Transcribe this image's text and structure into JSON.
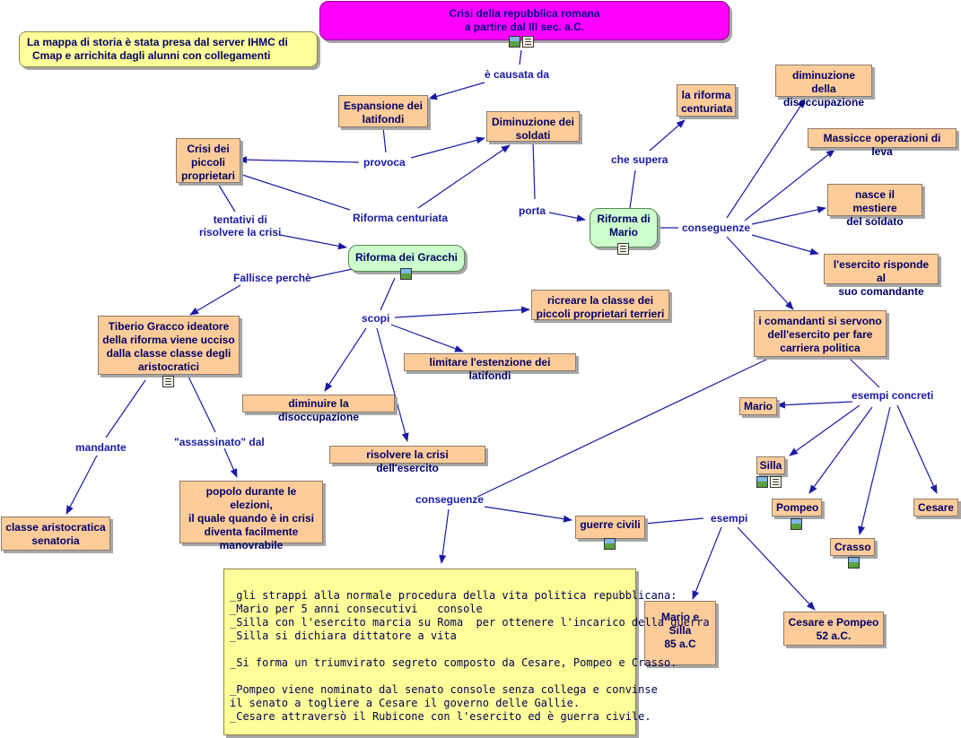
{
  "nodes": {
    "crisi_title": {
      "line1": "Crisi della repubblica romana",
      "line2": "a partire dal III sec. a.C."
    },
    "note_header": {
      "line1": "La mappa di storia è stata presa dal server IHMC di",
      "line2": "Cmap e arrichita dagli alunni con collegamenti"
    },
    "espansione": {
      "line1": "Espansione dei",
      "line2": "latifondi"
    },
    "diminuzione_soldati": {
      "line1": "Diminuzione dei",
      "line2": "soldati"
    },
    "crisi_piccoli": {
      "line1": "Crisi dei",
      "line2": "piccoli",
      "line3": "proprietari"
    },
    "riforma_centuriata_box": {
      "line1": "la riforma",
      "line2": "centuriata"
    },
    "diminuzione_disoccupazione": {
      "line1": "diminuzione della",
      "line2": "disoccupazione"
    },
    "massicce": {
      "line1": "Massicce operazioni di leva"
    },
    "mestiere": {
      "line1": "nasce il mestiere",
      "line2": "del soldato"
    },
    "esercito_risponde": {
      "line1": "l'esercito risponde al",
      "line2": "suo comandante"
    },
    "riforma_mario": {
      "line1": "Riforma di",
      "line2": "Mario"
    },
    "riforma_gracchi": {
      "line1": "Riforma dei Gracchi"
    },
    "ricreare": {
      "line1": "ricreare la classe dei",
      "line2": "piccoli proprietari terrieri"
    },
    "limitare": {
      "line1": "limitare l'estenzione dei latifondi"
    },
    "diminuire_disocc": {
      "line1": "diminuire la disoccupazione"
    },
    "risolvere": {
      "line1": "risolvere la crisi dell'esercito"
    },
    "tiberio": {
      "line1": "Tiberio Gracco ideatore",
      "line2": "della riforma viene ucciso",
      "line3": "dalla classe classe degli",
      "line4": "aristocratici"
    },
    "comandanti": {
      "line1": "i comandanti si servono",
      "line2": "dell'esercito per fare",
      "line3": "carriera politica"
    },
    "mario": {
      "line1": "Mario"
    },
    "silla": {
      "line1": "Silla"
    },
    "pompeo": {
      "line1": "Pompeo"
    },
    "crasso": {
      "line1": "Crasso"
    },
    "cesare": {
      "line1": "Cesare"
    },
    "guerre_civili": {
      "line1": "guerre civili"
    },
    "classe_aristo": {
      "line1": "classe aristocratica",
      "line2": "senatoria"
    },
    "popolo": {
      "line1": "popolo durante le elezioni,",
      "line2": "il quale quando è in crisi",
      "line3": "diventa facilmente",
      "line4": "manovrabile"
    },
    "mario_silla": {
      "line1": "Mario e Silla",
      "line2": "85 a.C"
    },
    "cesare_pompeo": {
      "line1": "Cesare e Pompeo",
      "line2": "52 a.C."
    }
  },
  "big_note": {
    "lines": [
      "_gli strappi alla normale procedura della vita politica repubblicana:",
      "_Mario per 5 anni consecutivi   console",
      "_Silla con l'esercito marcia su Roma  per ottenere l'incarico della guerra",
      "_Silla si dichiara dittatore a vita",
      "",
      "_Si forma un triumvirato segreto composto da Cesare, Pompeo e Crasso.",
      "",
      "_Pompeo viene nominato dal senato console senza collega e convinse",
      "il senato a togliere a Cesare il governo delle Gallie.",
      "_Cesare attraversò il Rubicone con l'esercito ed è guerra civile."
    ]
  },
  "links": {
    "causata": "è causata da",
    "provoca": "provoca",
    "riforma_centuriata": "Riforma centuriata",
    "porta": "porta",
    "che_supera": "che supera",
    "conseguenze_mario": "conseguenze",
    "tentativi_1": "tentativi di",
    "tentativi_2": "risolvere la crisi",
    "fallisce": "Fallisce perchè",
    "scopi": "scopi",
    "mandante": "mandante",
    "assassinato": "\"assassinato\" dal",
    "esempi_concreti": "esempi concreti",
    "conseguenze_bottom": "conseguenze",
    "esempi": "esempi"
  }
}
